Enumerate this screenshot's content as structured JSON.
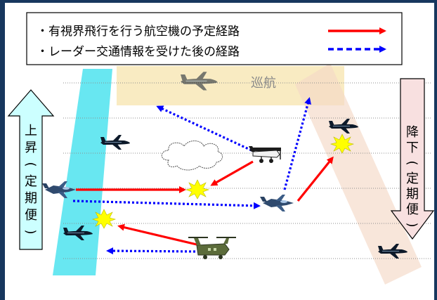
{
  "legend": {
    "items": [
      {
        "text": "・有視界飛行を行う航空機の予定経路",
        "line_style": "solid",
        "color": "#ff0000"
      },
      {
        "text": "・レーダー交通情報を受けた後の経路",
        "line_style": "dotted",
        "color": "#0000ff"
      }
    ]
  },
  "labels": {
    "cruise": "巡航",
    "ascent_chars": [
      "上",
      "昇",
      "(",
      "定",
      "期",
      "便",
      ")"
    ],
    "descent_chars": [
      "降",
      "下",
      "(",
      "定",
      "期",
      "便",
      ")"
    ]
  },
  "colors": {
    "planned_route": "#ff0000",
    "revised_route": "#0000ff",
    "ascent_band": "#4de3ee",
    "descent_band": "#f5d9c6",
    "cruise_band": "#f7e3a8",
    "ascent_arrow_fill": "#ccffff",
    "descent_arrow_fill": "#f8e0e0",
    "collision_burst": "#ffff00",
    "frame": "#17375e"
  }
}
